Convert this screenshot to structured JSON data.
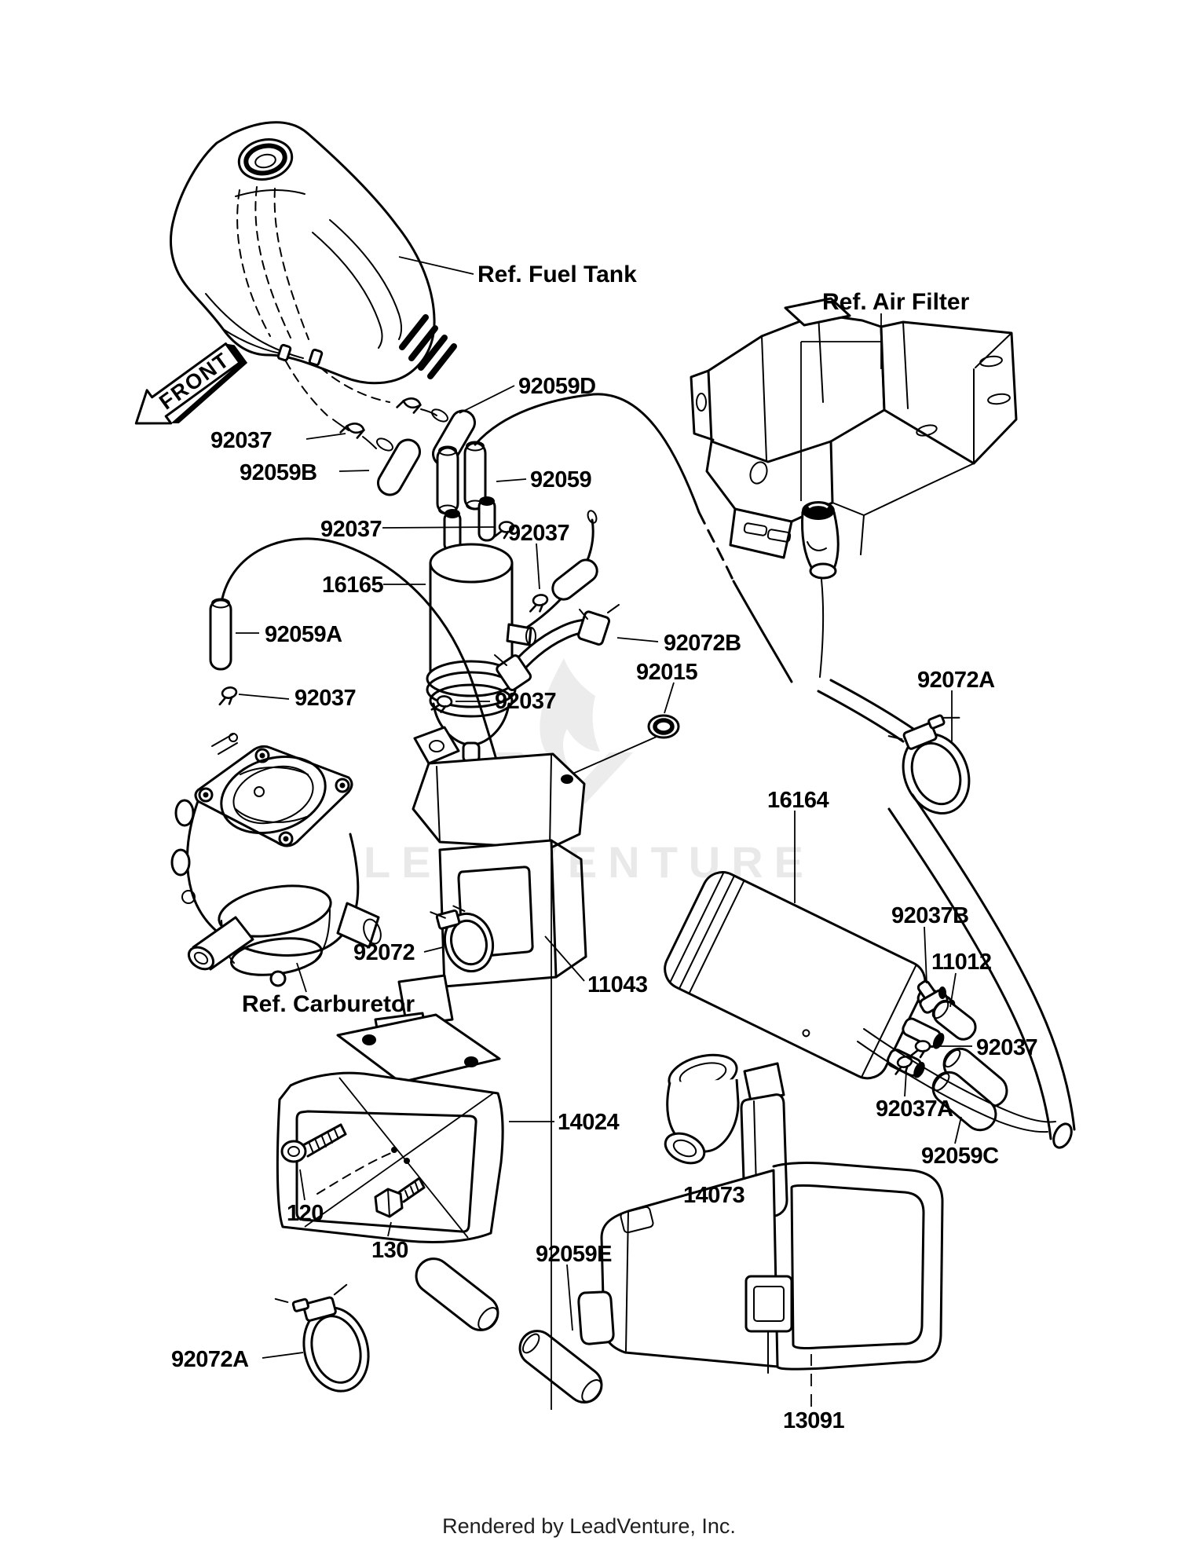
{
  "page": {
    "background_color": "#ffffff",
    "line_color": "#000000",
    "watermark_color": "#e9e9e9",
    "footer_color": "#1f1f1f"
  },
  "front_marker": {
    "text": "FRONT",
    "icon": "front-direction-arrow-icon"
  },
  "watermark": {
    "text": "LEADVENTURE",
    "logo_icon": "flame-v-icon"
  },
  "footer": {
    "credit": "Rendered by LeadVenture, Inc."
  },
  "labels": [
    {
      "id": "ref-fuel-tank",
      "text": "Ref. Fuel Tank"
    },
    {
      "id": "ref-air-filter",
      "text": "Ref. Air Filter"
    },
    {
      "id": "92059d",
      "text": "92059D"
    },
    {
      "id": "92037-tank",
      "text": "92037"
    },
    {
      "id": "92059b",
      "text": "92059B"
    },
    {
      "id": "92059",
      "text": "92059"
    },
    {
      "id": "92037-tubes",
      "text": "92037"
    },
    {
      "id": "92037-filter-top",
      "text": "92037"
    },
    {
      "id": "16165",
      "text": "16165"
    },
    {
      "id": "92059a",
      "text": "92059A"
    },
    {
      "id": "92037-left",
      "text": "92037"
    },
    {
      "id": "92037-filter-out",
      "text": "92037"
    },
    {
      "id": "92072b",
      "text": "92072B"
    },
    {
      "id": "92015",
      "text": "92015"
    },
    {
      "id": "92072a-right",
      "text": "92072A"
    },
    {
      "id": "16164",
      "text": "16164"
    },
    {
      "id": "92037b",
      "text": "92037B"
    },
    {
      "id": "11012",
      "text": "11012"
    },
    {
      "id": "92037-canister",
      "text": "92037"
    },
    {
      "id": "92037a",
      "text": "92037A"
    },
    {
      "id": "92059c",
      "text": "92059C"
    },
    {
      "id": "92072",
      "text": "92072"
    },
    {
      "id": "ref-carburetor",
      "text": "Ref. Carburetor"
    },
    {
      "id": "11043",
      "text": "11043"
    },
    {
      "id": "14024",
      "text": "14024"
    },
    {
      "id": "120",
      "text": "120"
    },
    {
      "id": "130",
      "text": "130"
    },
    {
      "id": "92059e",
      "text": "92059E"
    },
    {
      "id": "14073",
      "text": "14073"
    },
    {
      "id": "13091",
      "text": "13091"
    },
    {
      "id": "92072a-left",
      "text": "92072A"
    }
  ]
}
